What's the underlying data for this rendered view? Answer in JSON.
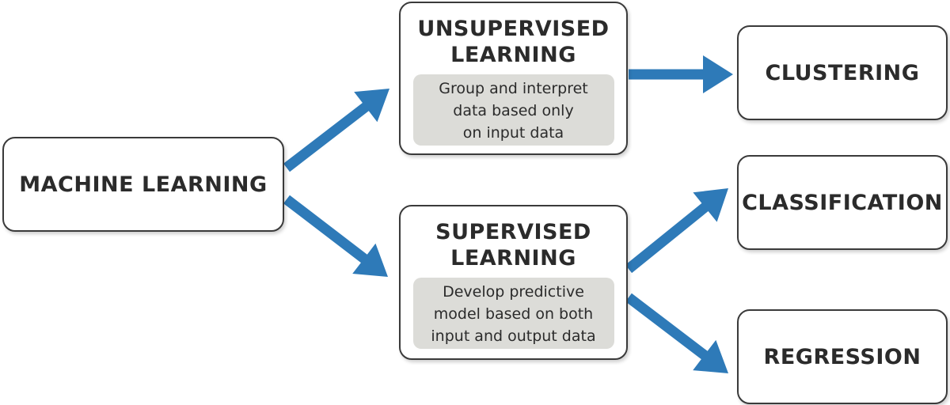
{
  "colors": {
    "arrow": "#2e7ab8",
    "box_border": "#3a3a3a",
    "description_fill": "#dcdcd8",
    "text": "#2b2b2b"
  },
  "nodes": {
    "machine_learning": {
      "title": "MACHINE LEARNING"
    },
    "unsupervised": {
      "title_lines": [
        "UNSUPERVISED",
        "LEARNING"
      ],
      "description_lines": [
        "Group and interpret",
        "data based only",
        "on input data"
      ]
    },
    "supervised": {
      "title_lines": [
        "SUPERVISED",
        "LEARNING"
      ],
      "description_lines": [
        "Develop predictive",
        "model based on both",
        "input and output data"
      ]
    },
    "clustering": {
      "title": "CLUSTERING"
    },
    "classification": {
      "title": "CLASSIFICATION"
    },
    "regression": {
      "title": "REGRESSION"
    }
  },
  "edges": [
    {
      "from": "machine_learning",
      "to": "unsupervised"
    },
    {
      "from": "machine_learning",
      "to": "supervised"
    },
    {
      "from": "unsupervised",
      "to": "clustering"
    },
    {
      "from": "supervised",
      "to": "classification"
    },
    {
      "from": "supervised",
      "to": "regression"
    }
  ]
}
